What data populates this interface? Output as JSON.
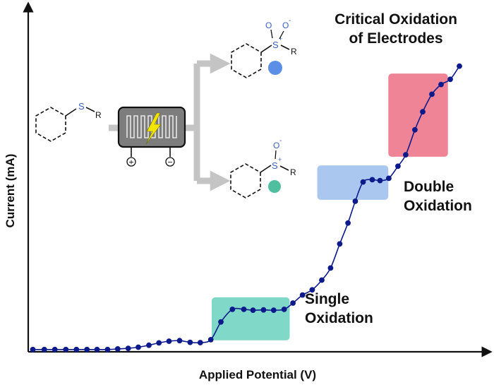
{
  "chart_data": {
    "type": "line",
    "title": "",
    "xlabel": "Applied Potential (V)",
    "ylabel": "Current (mA)",
    "xlim": [
      0,
      100
    ],
    "ylim": [
      0,
      100
    ],
    "ticks": false,
    "grid": false,
    "legend": "none",
    "series_color": "#0d1a8c",
    "series": [
      {
        "x": [
          1,
          3.5,
          5.8,
          8.2,
          10.5,
          12.8,
          15,
          17.3,
          19.5,
          21.8,
          24,
          26.3,
          28.5,
          30.7,
          33,
          35.3,
          37.5,
          39.8,
          42,
          44.5,
          47,
          49,
          51.3,
          53.5,
          55.8,
          57.7,
          59.8,
          61.9,
          64,
          65.9,
          67.9,
          69.7,
          71.3,
          73,
          75,
          76.7,
          78.6,
          80.6,
          82.3,
          84.3,
          86,
          88,
          90,
          92,
          94
        ],
        "y": [
          0.8,
          0.8,
          0.8,
          0.8,
          0.8,
          0.8,
          0.8,
          0.8,
          1.0,
          1.2,
          1.6,
          2.3,
          3.1,
          3.7,
          3.9,
          3.3,
          3.2,
          4.2,
          10.4,
          14.8,
          14.8,
          14.5,
          14.6,
          14.5,
          14.8,
          17.0,
          19.8,
          21.6,
          25.0,
          29.2,
          37.6,
          44.9,
          52.5,
          59.2,
          60.0,
          59.7,
          60.5,
          64.7,
          68.7,
          77.4,
          83.7,
          89.8,
          93.2,
          95.0,
          99.6
        ]
      }
    ],
    "regions": [
      {
        "label": "Single\nOxidation",
        "color": "#7fd8c8",
        "x": [
          40,
          57
        ],
        "y": [
          4,
          19
        ]
      },
      {
        "label": "Double\nOxidation",
        "color": "#a9c7ef",
        "x": [
          63,
          78.5
        ],
        "y": [
          53,
          65
        ]
      },
      {
        "label": "Critical Oxidation\nof Electrodes",
        "color": "#ee8496",
        "x": [
          78.5,
          91.5
        ],
        "y": [
          68,
          97
        ]
      }
    ]
  },
  "scheme": {
    "sulfur_label": "S",
    "r_label": "R",
    "oxygen_label": "O",
    "minus_sign": "-",
    "plus_sign": "+",
    "positive_terminal": "+",
    "negative_terminal": "−",
    "sulfone_marker_color": "#5b8fe6",
    "sulfoxide_marker_color": "#4fbfa0",
    "reactor_icon": "flow-reactor-icon",
    "lightning_icon": "lightning-bolt-icon"
  }
}
